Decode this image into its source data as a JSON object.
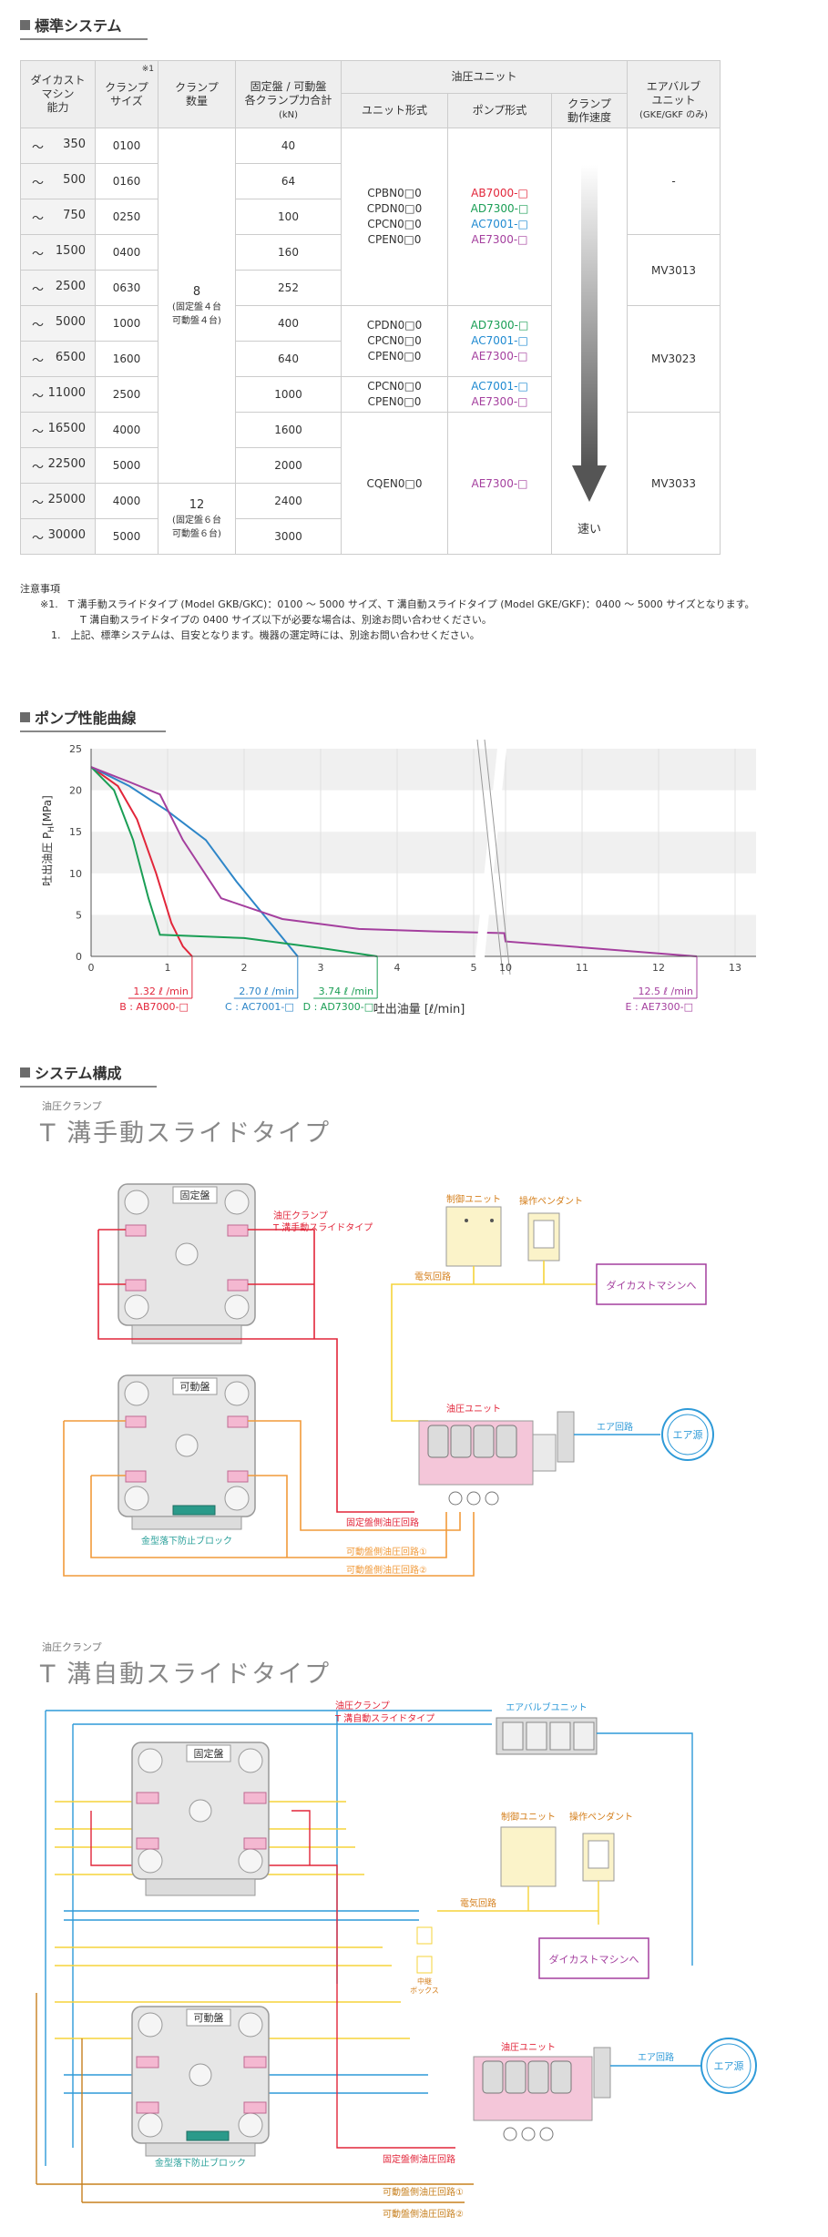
{
  "sections": {
    "standard": "標準システム",
    "pump": "ポンプ性能曲線",
    "system": "システム構成"
  },
  "table": {
    "headers": {
      "die_cast": "ダイカスト\nマシン\n能力",
      "clamp_size": "クランプ\nサイズ",
      "clamp_size_note": "※1",
      "clamp_qty": "クランプ\n数量",
      "force": "固定盤 / 可動盤\n各クランプ力合計",
      "force_unit": "(kN)",
      "hydraulic_unit": "油圧ユニット",
      "unit_type": "ユニット形式",
      "pump_type": "ポンプ形式",
      "speed": "クランプ\n動作速度",
      "air_valve": "エアバルブ\nユニット",
      "air_valve_note": "(GKE/GKF のみ)"
    },
    "rows": [
      {
        "tilde": "～",
        "cap": "350",
        "size": "0100",
        "force": "40"
      },
      {
        "tilde": "～",
        "cap": "500",
        "size": "0160",
        "force": "64"
      },
      {
        "tilde": "～",
        "cap": "750",
        "size": "0250",
        "force": "100"
      },
      {
        "tilde": "～",
        "cap": "1500",
        "size": "0400",
        "force": "160"
      },
      {
        "tilde": "～",
        "cap": "2500",
        "size": "0630",
        "force": "252"
      },
      {
        "tilde": "～",
        "cap": "5000",
        "size": "1000",
        "force": "400"
      },
      {
        "tilde": "～",
        "cap": "6500",
        "size": "1600",
        "force": "640"
      },
      {
        "tilde": "～",
        "cap": "11000",
        "size": "2500",
        "force": "1000"
      },
      {
        "tilde": "～",
        "cap": "16500",
        "size": "4000",
        "force": "1600"
      },
      {
        "tilde": "～",
        "cap": "22500",
        "size": "5000",
        "force": "2000"
      },
      {
        "tilde": "～",
        "cap": "25000",
        "size": "4000",
        "force": "2400"
      },
      {
        "tilde": "～",
        "cap": "30000",
        "size": "5000",
        "force": "3000"
      }
    ],
    "qty_a": {
      "num": "8",
      "note1": "(固定盤４台",
      "note2": "可動盤４台)"
    },
    "qty_b": {
      "num": "12",
      "note1": "(固定盤６台",
      "note2": "可動盤６台)"
    },
    "unit_groups": [
      {
        "units": [
          "CPBN0□0",
          "CPDN0□0",
          "CPCN0□0",
          "CPEN0□0"
        ],
        "pumps": [
          {
            "t": "AB7000-□",
            "c": "red"
          },
          {
            "t": "AD7300-□",
            "c": "grn"
          },
          {
            "t": "AC7001-□",
            "c": "blu"
          },
          {
            "t": "AE7300-□",
            "c": "pur"
          }
        ]
      },
      {
        "units": [
          "CPDN0□0",
          "CPCN0□0",
          "CPEN0□0"
        ],
        "pumps": [
          {
            "t": "AD7300-□",
            "c": "grn"
          },
          {
            "t": "AC7001-□",
            "c": "blu"
          },
          {
            "t": "AE7300-□",
            "c": "pur"
          }
        ]
      },
      {
        "units": [
          "CPCN0□0",
          "CPEN0□0"
        ],
        "pumps": [
          {
            "t": "AC7001-□",
            "c": "blu"
          },
          {
            "t": "AE7300-□",
            "c": "pur"
          }
        ]
      },
      {
        "units": [
          "CQEN0□0"
        ],
        "pumps": [
          {
            "t": "AE7300-□",
            "c": "pur"
          }
        ]
      }
    ],
    "speed_label": "速い",
    "air": [
      "-",
      "MV3013",
      "MV3023",
      "MV3033"
    ]
  },
  "notes": {
    "title": "注意事項",
    "n1a": "※1.　T 溝手動スライドタイプ (Model GKB/GKC)：0100 ～ 5000 サイズ、T 溝自動スライドタイプ (Model GKE/GKF)：0400 ～ 5000 サイズとなります。",
    "n1b": "T 溝自動スライドタイプの 0400 サイズ以下が必要な場合は、別途お問い合わせください。",
    "n2": "1.　上記、標準システムは、目安となります。機器の選定時には、別途お問い合わせください。"
  },
  "chart_data": {
    "type": "line",
    "ylabel": "吐出油圧 P",
    "ylabel_sub": "H",
    "ylabel_unit": "[MPa]",
    "xlabel": "吐出油量 [ℓ/min]",
    "ylim": [
      0,
      25
    ],
    "yticks": [
      "0",
      "5",
      "10",
      "15",
      "20",
      "25"
    ],
    "xticks_left": [
      "0",
      "1",
      "2",
      "3",
      "4",
      "5"
    ],
    "xticks_right": [
      "10",
      "11",
      "12",
      "13"
    ],
    "grid": true,
    "series": [
      {
        "name": "B : AB7000-□",
        "max_flow": "1.32 ℓ /min",
        "color": "#e2263a",
        "points": [
          [
            0,
            22.8
          ],
          [
            0.35,
            20.5
          ],
          [
            0.6,
            16.5
          ],
          [
            0.85,
            10
          ],
          [
            1.05,
            4
          ],
          [
            1.2,
            1.2
          ],
          [
            1.32,
            0
          ]
        ]
      },
      {
        "name": "C : AC7001-□",
        "max_flow": "2.70 ℓ /min",
        "color": "#2e86c8",
        "points": [
          [
            0,
            22.8
          ],
          [
            0.5,
            20.5
          ],
          [
            1.0,
            17.5
          ],
          [
            1.5,
            14
          ],
          [
            1.9,
            9
          ],
          [
            2.3,
            4.5
          ],
          [
            2.7,
            0
          ]
        ]
      },
      {
        "name": "D : AD7300-□",
        "max_flow": "3.74 ℓ /min",
        "color": "#1a9e55",
        "points": [
          [
            0,
            22.8
          ],
          [
            0.3,
            20
          ],
          [
            0.55,
            14
          ],
          [
            0.75,
            7
          ],
          [
            0.9,
            2.6
          ],
          [
            2.0,
            2.2
          ],
          [
            3.0,
            1.0
          ],
          [
            3.74,
            0
          ]
        ]
      },
      {
        "name": "E : AE7300-□",
        "max_flow": "12.5 ℓ /min",
        "color": "#a43f9e",
        "points": [
          [
            0,
            22.8
          ],
          [
            0.5,
            21
          ],
          [
            0.9,
            19.5
          ],
          [
            1.2,
            14
          ],
          [
            1.7,
            7
          ],
          [
            2.5,
            4.5
          ],
          [
            3.5,
            3.3
          ],
          [
            4.5,
            3.0
          ],
          [
            5.4,
            2.8
          ],
          [
            10,
            1.8
          ],
          [
            12.5,
            0
          ]
        ]
      }
    ]
  },
  "diagram1": {
    "caption": "油圧クランプ",
    "title": "T 溝手動スライドタイプ",
    "fixed_plate": "固定盤",
    "moving_plate": "可動盤",
    "clamp_label1": "油圧クランプ",
    "clamp_label2": "T 溝手動スライドタイプ",
    "control_unit": "制御ユニット",
    "pendant": "操作ペンダント",
    "electric": "電気回路",
    "diecast": "ダイカストマシンへ",
    "air_circuit": "エア回路",
    "air_source": "エア源",
    "hyd_unit": "油圧ユニット",
    "drop_block": "金型落下防止ブロック",
    "fixed_circuit": "固定盤側油圧回路",
    "moving_circuit1": "可動盤側油圧回路①",
    "moving_circuit2": "可動盤側油圧回路②"
  },
  "diagram2": {
    "caption": "油圧クランプ",
    "title": "T 溝自動スライドタイプ",
    "fixed_plate": "固定盤",
    "moving_plate": "可動盤",
    "clamp_label1": "油圧クランプ",
    "clamp_label2": "T 溝自動スライドタイプ",
    "air_valve_unit": "エアバルブユニット",
    "control_unit": "制御ユニット",
    "pendant": "操作ペンダント",
    "electric": "電気回路",
    "relay1": "中継",
    "relay2": "ボックス",
    "diecast": "ダイカストマシンへ",
    "air_circuit": "エア回路",
    "air_source": "エア源",
    "hyd_unit": "油圧ユニット",
    "drop_block": "金型落下防止ブロック",
    "fixed_circuit": "固定盤側油圧回路",
    "moving_circuit1": "可動盤側油圧回路①",
    "moving_circuit2": "可動盤側油圧回路②"
  }
}
